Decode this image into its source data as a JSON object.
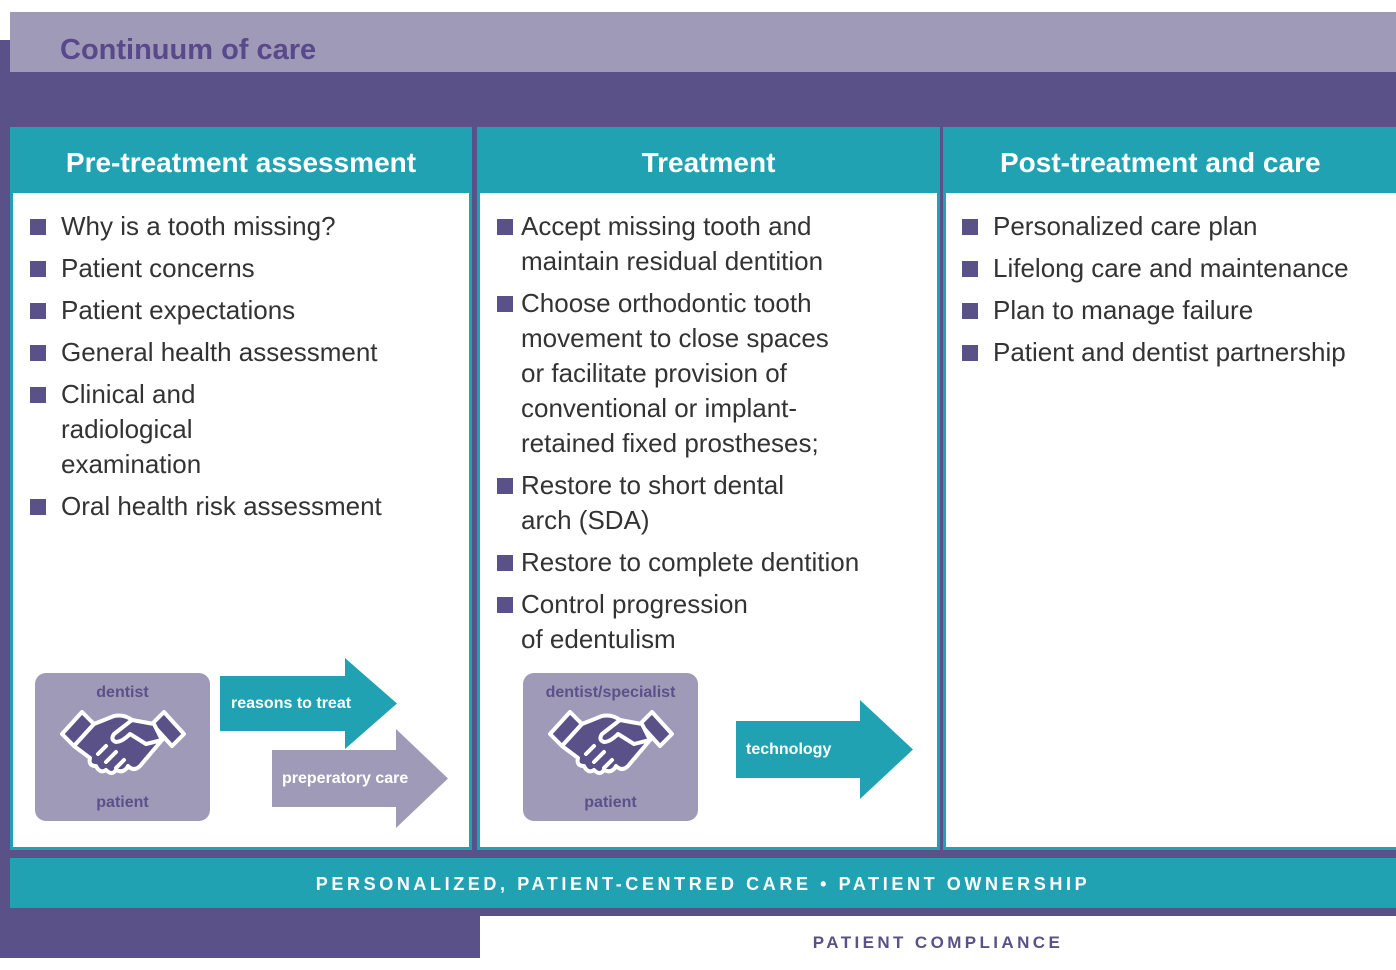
{
  "title": "Continuum of care",
  "columns": [
    {
      "heading": "Pre-treatment assessment",
      "items": [
        "Why is a tooth missing?",
        "Patient concerns",
        "Patient expectations",
        "General health assessment",
        "Clinical and radiological examination",
        "Oral health risk assessment"
      ]
    },
    {
      "heading": "Treatment",
      "items": [
        "Accept missing tooth and maintain residual dentition",
        "Choose orthodontic tooth movement to close spaces or facilitate provision of conventional or implant-retained fixed prostheses;",
        "Restore to short dental arch (SDA)",
        "Restore to complete dentition",
        "Control progression of edentulism"
      ]
    },
    {
      "heading": "Post-treatment and care",
      "items": [
        "Personalized care plan",
        "Lifelong care and maintenance",
        "Plan to manage failure",
        "Patient and dentist partnership"
      ]
    }
  ],
  "handshake_1": {
    "top": "dentist",
    "bottom": "patient",
    "icon": "handshake-icon"
  },
  "handshake_2": {
    "top": "dentist/specialist",
    "bottom": "patient",
    "icon": "handshake-icon"
  },
  "arrows": {
    "reasons": "reasons to treat",
    "preparatory": "preperatory care",
    "technology": "technology"
  },
  "bottom_band": "PERSONALIZED, PATIENT-CENTRED CARE • PATIENT OWNERSHIP",
  "compliance": "PATIENT COMPLIANCE",
  "colors": {
    "purple": "#5b5189",
    "lavender": "#a09ab9",
    "teal": "#21a2b3"
  }
}
